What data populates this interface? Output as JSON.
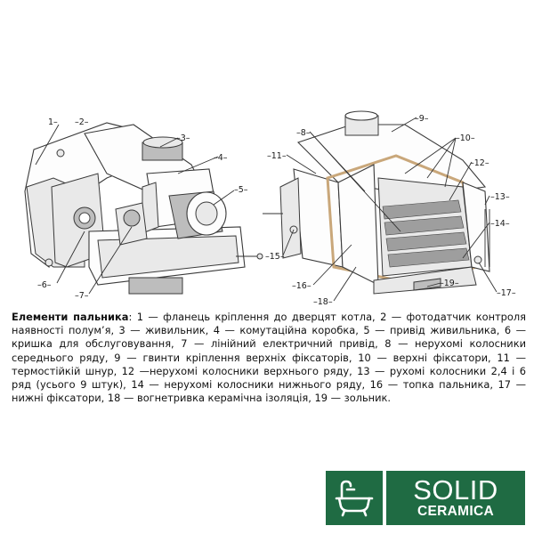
{
  "callouts": {
    "c1": "1–",
    "c2": "–2–",
    "c3": "–3–",
    "c4": "–4–",
    "c5": "–5–",
    "c6": "–6–",
    "c7": "–7–",
    "c8": "–8–",
    "c9": "–9–",
    "c10": "–10–",
    "c11": "–11–",
    "c12": "–12–",
    "c13": "–13–",
    "c14": "–14–",
    "c15": "–15–",
    "c16": "–16–",
    "c17": "–17–",
    "c18": "–18–",
    "c19": "–19–"
  },
  "caption": {
    "heading": "Елементи пальника",
    "body": ": 1 — фланець кріплення до дверцят котла, 2 — фотодатчик контроля наявності полум’я, 3 — живильник, 4 — комутаційна коробка, 5 — привід живильника, 6 — кришка для обслуговування, 7 — лінійний електричний привід, 8 — нерухомі колосники середнього ряду, 9 — гвинти кріплення верхніх фіксаторів, 10 — верхні фіксатори, 11 —термостійкій шнур, 12 —нерухомі колосники верхнього ряду, 13 — рухомі колосники 2,4 і 6 ряд (усього 9 штук), 14 — нерухомі колосники нижнього ряду, 16 — топка пальника, 17 — нижні фіксатори, 18 — вогнетривка керамічна ізоляція, 19 — зольник."
  },
  "logo": {
    "word1": "SOLID",
    "word2": "CERAMICA",
    "icon": "bathtub-icon",
    "color": "#1f6b43"
  }
}
